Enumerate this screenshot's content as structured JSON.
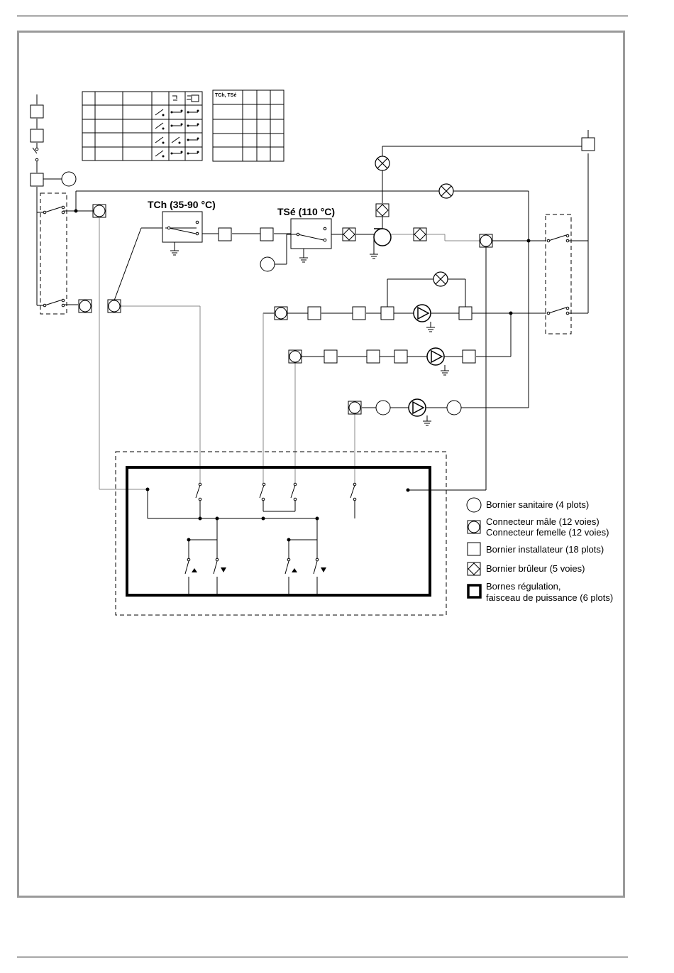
{
  "labels": {
    "tch": "TCh (35-90 °C)",
    "tse": "TSé (110 °C)",
    "tch_tse": "TCh, TSé"
  },
  "legend": [
    {
      "icon": "circle",
      "text": "Bornier sanitaire (4 plots)"
    },
    {
      "icon": "circle-in-square",
      "text": "Connecteur mâle (12 voies)"
    },
    {
      "icon": "circle-in-square",
      "text": "Connecteur femelle (12 voies)"
    },
    {
      "icon": "square",
      "text": "Bornier installateur (18 plots)"
    },
    {
      "icon": "diamond-in-square",
      "text": "Bornier brûleur (5 voies)"
    },
    {
      "icon": "thick-square",
      "text": "Bornes régulation,"
    },
    {
      "icon": "thick-square",
      "text": "faisceau de puissance (6 plots)"
    }
  ]
}
